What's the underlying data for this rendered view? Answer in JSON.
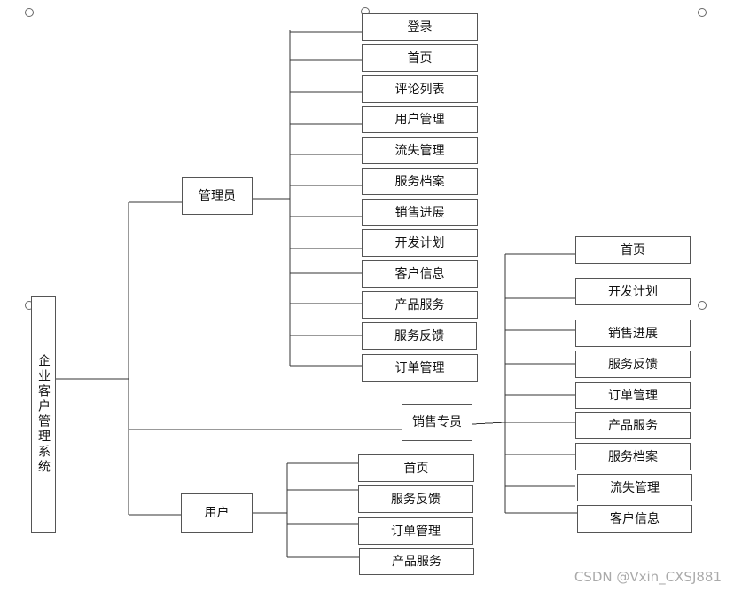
{
  "root": "企业客户管理系统",
  "admin": {
    "label": "管理员",
    "items": [
      "登录",
      "首页",
      "评论列表",
      "用户管理",
      "流失管理",
      "服务档案",
      "销售进展",
      "开发计划",
      "客户信息",
      "产品服务",
      "服务反馈",
      "订单管理"
    ]
  },
  "sales": {
    "label": "销售专员",
    "items": [
      "首页",
      "开发计划",
      "销售进展",
      "服务反馈",
      "订单管理",
      "产品服务",
      "服务档案",
      "流失管理",
      "客户信息"
    ]
  },
  "user": {
    "label": "用户",
    "items": [
      "首页",
      "服务反馈",
      "订单管理",
      "产品服务"
    ]
  },
  "watermark": "CSDN @Vxin_CXSJ881"
}
